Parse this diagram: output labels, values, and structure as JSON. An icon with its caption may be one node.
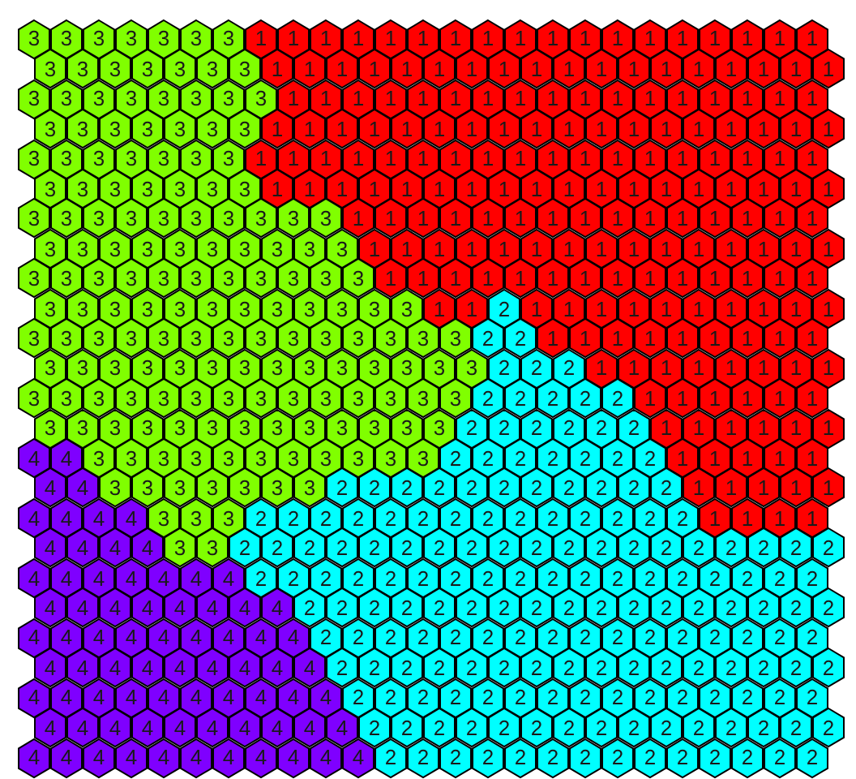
{
  "diagram": {
    "nodes": [
      {
        "text": [
          "3"
        ]
      },
      {
        "text": [
          "3"
        ]
      },
      {
        "text": [
          "3"
        ]
      },
      {
        "text": [
          "3"
        ]
      },
      {
        "text": [
          "3"
        ]
      },
      {
        "text": [
          "3"
        ]
      },
      {
        "text": [
          "3"
        ]
      },
      {
        "text": [
          "1"
        ]
      },
      {
        "text": [
          "1"
        ]
      },
      {
        "text": [
          "1"
        ]
      },
      {
        "text": [
          "1"
        ]
      },
      {
        "text": [
          "1"
        ]
      },
      {
        "text": [
          "1"
        ]
      },
      {
        "text": [
          "1"
        ]
      },
      {
        "text": [
          "1"
        ]
      },
      {
        "text": [
          "1"
        ]
      },
      {
        "text": [
          "1"
        ]
      },
      {
        "text": [
          "1"
        ]
      },
      {
        "text": [
          "1"
        ]
      },
      {
        "text": [
          "1"
        ]
      },
      {
        "text": [
          "1"
        ]
      },
      {
        "text": [
          "1"
        ]
      },
      {
        "text": [
          "1"
        ]
      },
      {
        "text": [
          "1"
        ]
      },
      {
        "text": [
          "1"
        ]
      },
      {
        "text": [
          "3"
        ]
      },
      {
        "text": [
          "3"
        ]
      },
      {
        "text": [
          "3"
        ]
      },
      {
        "text": [
          "3"
        ]
      },
      {
        "text": [
          "3"
        ]
      },
      {
        "text": [
          "3"
        ]
      },
      {
        "text": [
          "3"
        ]
      },
      {
        "text": [
          "1"
        ]
      },
      {
        "text": [
          "1"
        ]
      },
      {
        "text": [
          "1"
        ]
      },
      {
        "text": [
          "1"
        ]
      },
      {
        "text": [
          "1"
        ]
      },
      {
        "text": [
          "1"
        ]
      },
      {
        "text": [
          "1"
        ]
      },
      {
        "text": [
          "1"
        ]
      },
      {
        "text": [
          "1"
        ]
      },
      {
        "text": [
          "1"
        ]
      },
      {
        "text": [
          "1"
        ]
      },
      {
        "text": [
          "1"
        ]
      },
      {
        "text": [
          "1"
        ]
      },
      {
        "text": [
          "1"
        ]
      },
      {
        "text": [
          "1"
        ]
      },
      {
        "text": [
          "1"
        ]
      },
      {
        "text": [
          "1"
        ]
      },
      {
        "text": [
          "1"
        ]
      },
      {
        "text": [
          "3"
        ]
      },
      {
        "text": [
          "3"
        ]
      },
      {
        "text": [
          "3"
        ]
      },
      {
        "text": [
          "3"
        ]
      },
      {
        "text": [
          "3"
        ]
      },
      {
        "text": [
          "3"
        ]
      },
      {
        "text": [
          "3"
        ]
      },
      {
        "text": [
          "3"
        ]
      },
      {
        "text": [
          "1"
        ]
      },
      {
        "text": [
          "1"
        ]
      },
      {
        "text": [
          "1"
        ]
      },
      {
        "text": [
          "1"
        ]
      },
      {
        "text": [
          "1"
        ]
      },
      {
        "text": [
          "1"
        ]
      },
      {
        "text": [
          "1"
        ]
      },
      {
        "text": [
          "1"
        ]
      },
      {
        "text": [
          "1"
        ]
      },
      {
        "text": [
          "1"
        ]
      },
      {
        "text": [
          "1"
        ]
      },
      {
        "text": [
          "1"
        ]
      },
      {
        "text": [
          "1"
        ]
      },
      {
        "text": [
          "1"
        ]
      },
      {
        "text": [
          "1"
        ]
      },
      {
        "text": [
          "1"
        ]
      },
      {
        "text": [
          "1"
        ]
      },
      {
        "text": [
          "3"
        ]
      },
      {
        "text": [
          "3"
        ]
      },
      {
        "text": [
          "3"
        ]
      },
      {
        "text": [
          "3"
        ]
      },
      {
        "text": [
          "3"
        ]
      },
      {
        "text": [
          "3"
        ]
      },
      {
        "text": [
          "3"
        ]
      },
      {
        "text": [
          "1"
        ]
      },
      {
        "text": [
          "1"
        ]
      },
      {
        "text": [
          "1"
        ]
      },
      {
        "text": [
          "1"
        ]
      },
      {
        "text": [
          "1"
        ]
      },
      {
        "text": [
          "1"
        ]
      },
      {
        "text": [
          "1"
        ]
      },
      {
        "text": [
          "1"
        ]
      },
      {
        "text": [
          "1"
        ]
      },
      {
        "text": [
          "1"
        ]
      },
      {
        "text": [
          "1"
        ]
      },
      {
        "text": [
          "1"
        ]
      },
      {
        "text": [
          "1"
        ]
      },
      {
        "text": [
          "1"
        ]
      },
      {
        "text": [
          "1"
        ]
      },
      {
        "text": [
          "1"
        ]
      },
      {
        "text": [
          "1"
        ]
      },
      {
        "text": [
          "1"
        ]
      },
      {
        "text": [
          "3"
        ]
      },
      {
        "text": [
          "3"
        ]
      },
      {
        "text": [
          "3"
        ]
      },
      {
        "text": [
          "3"
        ]
      },
      {
        "text": [
          "3"
        ]
      },
      {
        "text": [
          "3"
        ]
      },
      {
        "text": [
          "3"
        ]
      },
      {
        "text": [
          "1"
        ]
      },
      {
        "text": [
          "1"
        ]
      },
      {
        "text": [
          "1"
        ]
      },
      {
        "text": [
          "1"
        ]
      },
      {
        "text": [
          "1"
        ]
      },
      {
        "text": [
          "1"
        ]
      },
      {
        "text": [
          "1"
        ]
      },
      {
        "text": [
          "1"
        ]
      },
      {
        "text": [
          "1"
        ]
      },
      {
        "text": [
          "1"
        ]
      },
      {
        "text": [
          "1"
        ]
      },
      {
        "text": [
          "1"
        ]
      },
      {
        "text": [
          "1"
        ]
      },
      {
        "text": [
          "1"
        ]
      },
      {
        "text": [
          "1"
        ]
      },
      {
        "text": [
          "1"
        ]
      },
      {
        "text": [
          "1"
        ]
      },
      {
        "text": [
          "1"
        ]
      },
      {
        "text": [
          "3"
        ]
      },
      {
        "text": [
          "3"
        ]
      },
      {
        "text": [
          "3"
        ]
      },
      {
        "text": [
          "3"
        ]
      },
      {
        "text": [
          "3"
        ]
      },
      {
        "text": [
          "3"
        ]
      },
      {
        "text": [
          "3"
        ]
      },
      {
        "text": [
          "1"
        ]
      },
      {
        "text": [
          "1"
        ]
      },
      {
        "text": [
          "1"
        ]
      },
      {
        "text": [
          "1"
        ]
      },
      {
        "text": [
          "1"
        ]
      },
      {
        "text": [
          "1"
        ]
      },
      {
        "text": [
          "1"
        ]
      },
      {
        "text": [
          "1"
        ]
      },
      {
        "text": [
          "1"
        ]
      },
      {
        "text": [
          "1"
        ]
      },
      {
        "text": [
          "1"
        ]
      },
      {
        "text": [
          "1"
        ]
      },
      {
        "text": [
          "1"
        ]
      },
      {
        "text": [
          "1"
        ]
      },
      {
        "text": [
          "1"
        ]
      },
      {
        "text": [
          "1"
        ]
      },
      {
        "text": [
          "1"
        ]
      },
      {
        "text": [
          "1"
        ]
      },
      {
        "text": [
          "3"
        ]
      },
      {
        "text": [
          "3"
        ]
      },
      {
        "text": [
          "3"
        ]
      },
      {
        "text": [
          "3"
        ]
      },
      {
        "text": [
          "3"
        ]
      },
      {
        "text": [
          "3"
        ]
      },
      {
        "text": [
          "3"
        ]
      },
      {
        "text": [
          "3"
        ]
      },
      {
        "text": [
          "3"
        ]
      },
      {
        "text": [
          "3"
        ]
      },
      {
        "text": [
          "1"
        ]
      },
      {
        "text": [
          "1"
        ]
      },
      {
        "text": [
          "1"
        ]
      },
      {
        "text": [
          "1"
        ]
      },
      {
        "text": [
          "1"
        ]
      },
      {
        "text": [
          "1"
        ]
      },
      {
        "text": [
          "1"
        ]
      },
      {
        "text": [
          "1"
        ]
      },
      {
        "text": [
          "1"
        ]
      },
      {
        "text": [
          "1"
        ]
      },
      {
        "text": [
          "1"
        ]
      },
      {
        "text": [
          "1"
        ]
      },
      {
        "text": [
          "1"
        ]
      },
      {
        "text": [
          "1"
        ]
      },
      {
        "text": [
          "1"
        ]
      },
      {
        "text": [
          "3"
        ]
      },
      {
        "text": [
          "3"
        ]
      },
      {
        "text": [
          "3"
        ]
      },
      {
        "text": [
          "3"
        ]
      },
      {
        "text": [
          "3"
        ]
      },
      {
        "text": [
          "3"
        ]
      },
      {
        "text": [
          "3"
        ]
      },
      {
        "text": [
          "3"
        ]
      },
      {
        "text": [
          "3"
        ]
      },
      {
        "text": [
          "3"
        ]
      },
      {
        "text": [
          "1"
        ]
      },
      {
        "text": [
          "1"
        ]
      },
      {
        "text": [
          "1"
        ]
      },
      {
        "text": [
          "1"
        ]
      },
      {
        "text": [
          "1"
        ]
      },
      {
        "text": [
          "1"
        ]
      },
      {
        "text": [
          "1"
        ]
      },
      {
        "text": [
          "1"
        ]
      },
      {
        "text": [
          "1"
        ]
      },
      {
        "text": [
          "1"
        ]
      },
      {
        "text": [
          "1"
        ]
      },
      {
        "text": [
          "1"
        ]
      },
      {
        "text": [
          "1"
        ]
      },
      {
        "text": [
          "1"
        ]
      },
      {
        "text": [
          "1"
        ]
      },
      {
        "text": [
          "3"
        ]
      },
      {
        "text": [
          "3"
        ]
      },
      {
        "text": [
          "3"
        ]
      },
      {
        "text": [
          "3"
        ]
      },
      {
        "text": [
          "3"
        ]
      },
      {
        "text": [
          "3"
        ]
      },
      {
        "text": [
          "3"
        ]
      },
      {
        "text": [
          "3"
        ]
      },
      {
        "text": [
          "3"
        ]
      },
      {
        "text": [
          "3"
        ]
      },
      {
        "text": [
          "3"
        ]
      },
      {
        "text": [
          "1"
        ]
      },
      {
        "text": [
          "1"
        ]
      },
      {
        "text": [
          "1"
        ]
      },
      {
        "text": [
          "1"
        ]
      },
      {
        "text": [
          "1"
        ]
      },
      {
        "text": [
          "1"
        ]
      },
      {
        "text": [
          "1"
        ]
      },
      {
        "text": [
          "1"
        ]
      },
      {
        "text": [
          "1"
        ]
      },
      {
        "text": [
          "1"
        ]
      },
      {
        "text": [
          "1"
        ]
      },
      {
        "text": [
          "1"
        ]
      },
      {
        "text": [
          "1"
        ]
      },
      {
        "text": [
          "1"
        ]
      },
      {
        "text": [
          "3"
        ]
      },
      {
        "text": [
          "3"
        ]
      },
      {
        "text": [
          "3"
        ]
      },
      {
        "text": [
          "3"
        ]
      },
      {
        "text": [
          "3"
        ]
      },
      {
        "text": [
          "3"
        ]
      },
      {
        "text": [
          "3"
        ]
      },
      {
        "text": [
          "3"
        ]
      },
      {
        "text": [
          "3"
        ]
      },
      {
        "text": [
          "3"
        ]
      },
      {
        "text": [
          "3"
        ]
      },
      {
        "text": [
          "3"
        ]
      },
      {
        "text": [
          "1"
        ]
      },
      {
        "text": [
          "1"
        ]
      },
      {
        "text": [
          "2"
        ]
      },
      {
        "text": [
          "1"
        ]
      },
      {
        "text": [
          "1"
        ]
      },
      {
        "text": [
          "1"
        ]
      },
      {
        "text": [
          "1"
        ]
      },
      {
        "text": [
          "1"
        ]
      },
      {
        "text": [
          "1"
        ]
      },
      {
        "text": [
          "1"
        ]
      },
      {
        "text": [
          "1"
        ]
      },
      {
        "text": [
          "1"
        ]
      },
      {
        "text": [
          "1"
        ]
      },
      {
        "text": [
          "3"
        ]
      },
      {
        "text": [
          "3"
        ]
      },
      {
        "text": [
          "3"
        ]
      },
      {
        "text": [
          "3"
        ]
      },
      {
        "text": [
          "3"
        ]
      },
      {
        "text": [
          "3"
        ]
      },
      {
        "text": [
          "3"
        ]
      },
      {
        "text": [
          "3"
        ]
      },
      {
        "text": [
          "3"
        ]
      },
      {
        "text": [
          "3"
        ]
      },
      {
        "text": [
          "3"
        ]
      },
      {
        "text": [
          "3"
        ]
      },
      {
        "text": [
          "3"
        ]
      },
      {
        "text": [
          "3"
        ]
      },
      {
        "text": [
          "2"
        ]
      },
      {
        "text": [
          "2"
        ]
      },
      {
        "text": [
          "1"
        ]
      },
      {
        "text": [
          "1"
        ]
      },
      {
        "text": [
          "1"
        ]
      },
      {
        "text": [
          "1"
        ]
      },
      {
        "text": [
          "1"
        ]
      },
      {
        "text": [
          "1"
        ]
      },
      {
        "text": [
          "1"
        ]
      },
      {
        "text": [
          "1"
        ]
      },
      {
        "text": [
          "1"
        ]
      },
      {
        "text": [
          "3"
        ]
      },
      {
        "text": [
          "3"
        ]
      },
      {
        "text": [
          "3"
        ]
      },
      {
        "text": [
          "3"
        ]
      },
      {
        "text": [
          "3"
        ]
      },
      {
        "text": [
          "3"
        ]
      },
      {
        "text": [
          "3"
        ]
      },
      {
        "text": [
          "3"
        ]
      },
      {
        "text": [
          "3"
        ]
      },
      {
        "text": [
          "3"
        ]
      },
      {
        "text": [
          "3"
        ]
      },
      {
        "text": [
          "3"
        ]
      },
      {
        "text": [
          "3"
        ]
      },
      {
        "text": [
          "3"
        ]
      },
      {
        "text": [
          "2"
        ]
      },
      {
        "text": [
          "2"
        ]
      },
      {
        "text": [
          "2"
        ]
      },
      {
        "text": [
          "1"
        ]
      },
      {
        "text": [
          "1"
        ]
      },
      {
        "text": [
          "1"
        ]
      },
      {
        "text": [
          "1"
        ]
      },
      {
        "text": [
          "1"
        ]
      },
      {
        "text": [
          "1"
        ]
      },
      {
        "text": [
          "1"
        ]
      },
      {
        "text": [
          "1"
        ]
      },
      {
        "text": [
          "3"
        ]
      },
      {
        "text": [
          "3"
        ]
      },
      {
        "text": [
          "3"
        ]
      },
      {
        "text": [
          "3"
        ]
      },
      {
        "text": [
          "3"
        ]
      },
      {
        "text": [
          "3"
        ]
      },
      {
        "text": [
          "3"
        ]
      },
      {
        "text": [
          "3"
        ]
      },
      {
        "text": [
          "3"
        ]
      },
      {
        "text": [
          "3"
        ]
      },
      {
        "text": [
          "3"
        ]
      },
      {
        "text": [
          "3"
        ]
      },
      {
        "text": [
          "3"
        ]
      },
      {
        "text": [
          "3"
        ]
      },
      {
        "text": [
          "2"
        ]
      },
      {
        "text": [
          "2"
        ]
      },
      {
        "text": [
          "2"
        ]
      },
      {
        "text": [
          "2"
        ]
      },
      {
        "text": [
          "2"
        ]
      },
      {
        "text": [
          "1"
        ]
      },
      {
        "text": [
          "1"
        ]
      },
      {
        "text": [
          "1"
        ]
      },
      {
        "text": [
          "1"
        ]
      },
      {
        "text": [
          "1"
        ]
      },
      {
        "text": [
          "1"
        ]
      },
      {
        "text": [
          "3"
        ]
      },
      {
        "text": [
          "3"
        ]
      },
      {
        "text": [
          "3"
        ]
      },
      {
        "text": [
          "3"
        ]
      },
      {
        "text": [
          "3"
        ]
      },
      {
        "text": [
          "3"
        ]
      },
      {
        "text": [
          "3"
        ]
      },
      {
        "text": [
          "3"
        ]
      },
      {
        "text": [
          "3"
        ]
      },
      {
        "text": [
          "3"
        ]
      },
      {
        "text": [
          "3"
        ]
      },
      {
        "text": [
          "3"
        ]
      },
      {
        "text": [
          "3"
        ]
      },
      {
        "text": [
          "2"
        ]
      },
      {
        "text": [
          "2"
        ]
      },
      {
        "text": [
          "2"
        ]
      },
      {
        "text": [
          "2"
        ]
      },
      {
        "text": [
          "2"
        ]
      },
      {
        "text": [
          "2"
        ]
      },
      {
        "text": [
          "1"
        ]
      },
      {
        "text": [
          "1"
        ]
      },
      {
        "text": [
          "1"
        ]
      },
      {
        "text": [
          "1"
        ]
      },
      {
        "text": [
          "1"
        ]
      },
      {
        "text": [
          "1"
        ]
      },
      {
        "text": [
          "4"
        ]
      },
      {
        "text": [
          "4"
        ]
      },
      {
        "text": [
          "3"
        ]
      },
      {
        "text": [
          "3"
        ]
      },
      {
        "text": [
          "3"
        ]
      },
      {
        "text": [
          "3"
        ]
      },
      {
        "text": [
          "3"
        ]
      },
      {
        "text": [
          "3"
        ]
      },
      {
        "text": [
          "3"
        ]
      },
      {
        "text": [
          "3"
        ]
      },
      {
        "text": [
          "3"
        ]
      },
      {
        "text": [
          "3"
        ]
      },
      {
        "text": [
          "3"
        ]
      },
      {
        "text": [
          "2"
        ]
      },
      {
        "text": [
          "2"
        ]
      },
      {
        "text": [
          "2"
        ]
      },
      {
        "text": [
          "2"
        ]
      },
      {
        "text": [
          "2"
        ]
      },
      {
        "text": [
          "2"
        ]
      },
      {
        "text": [
          "2"
        ]
      },
      {
        "text": [
          "1"
        ]
      },
      {
        "text": [
          "1"
        ]
      },
      {
        "text": [
          "1"
        ]
      },
      {
        "text": [
          "1"
        ]
      },
      {
        "text": [
          "1"
        ]
      },
      {
        "text": [
          "4"
        ]
      },
      {
        "text": [
          "4"
        ]
      },
      {
        "text": [
          "3"
        ]
      },
      {
        "text": [
          "3"
        ]
      },
      {
        "text": [
          "3"
        ]
      },
      {
        "text": [
          "3"
        ]
      },
      {
        "text": [
          "3"
        ]
      },
      {
        "text": [
          "3"
        ]
      },
      {
        "text": [
          "3"
        ]
      },
      {
        "text": [
          "2"
        ]
      },
      {
        "text": [
          "2"
        ]
      },
      {
        "text": [
          "2"
        ]
      },
      {
        "text": [
          "2"
        ]
      },
      {
        "text": [
          "2"
        ]
      },
      {
        "text": [
          "2"
        ]
      },
      {
        "text": [
          "2"
        ]
      },
      {
        "text": [
          "2"
        ]
      },
      {
        "text": [
          "2"
        ]
      },
      {
        "text": [
          "2"
        ]
      },
      {
        "text": [
          "2"
        ]
      },
      {
        "text": [
          "1"
        ]
      },
      {
        "text": [
          "1"
        ]
      },
      {
        "text": [
          "1"
        ]
      },
      {
        "text": [
          "1"
        ]
      },
      {
        "text": [
          "1"
        ]
      },
      {
        "text": [
          "4"
        ]
      },
      {
        "text": [
          "4"
        ]
      },
      {
        "text": [
          "4"
        ]
      },
      {
        "text": [
          "4"
        ]
      },
      {
        "text": [
          "3"
        ]
      },
      {
        "text": [
          "3"
        ]
      },
      {
        "text": [
          "3"
        ]
      },
      {
        "text": [
          "2"
        ]
      },
      {
        "text": [
          "2"
        ]
      },
      {
        "text": [
          "2"
        ]
      },
      {
        "text": [
          "2"
        ]
      },
      {
        "text": [
          "2"
        ]
      },
      {
        "text": [
          "2"
        ]
      },
      {
        "text": [
          "2"
        ]
      },
      {
        "text": [
          "2"
        ]
      },
      {
        "text": [
          "2"
        ]
      },
      {
        "text": [
          "2"
        ]
      },
      {
        "text": [
          "2"
        ]
      },
      {
        "text": [
          "2"
        ]
      },
      {
        "text": [
          "2"
        ]
      },
      {
        "text": [
          "2"
        ]
      },
      {
        "text": [
          "1"
        ]
      },
      {
        "text": [
          "1"
        ]
      },
      {
        "text": [
          "1"
        ]
      },
      {
        "text": [
          "1"
        ]
      },
      {
        "text": [
          "4"
        ]
      },
      {
        "text": [
          "4"
        ]
      },
      {
        "text": [
          "4"
        ]
      },
      {
        "text": [
          "4"
        ]
      },
      {
        "text": [
          "3"
        ]
      },
      {
        "text": [
          "3"
        ]
      },
      {
        "text": [
          "2"
        ]
      },
      {
        "text": [
          "2"
        ]
      },
      {
        "text": [
          "2"
        ]
      },
      {
        "text": [
          "2"
        ]
      },
      {
        "text": [
          "2"
        ]
      },
      {
        "text": [
          "2"
        ]
      },
      {
        "text": [
          "2"
        ]
      },
      {
        "text": [
          "2"
        ]
      },
      {
        "text": [
          "2"
        ]
      },
      {
        "text": [
          "2"
        ]
      },
      {
        "text": [
          "2"
        ]
      },
      {
        "text": [
          "2"
        ]
      },
      {
        "text": [
          "2"
        ]
      },
      {
        "text": [
          "2"
        ]
      },
      {
        "text": [
          "2"
        ]
      },
      {
        "text": [
          "2"
        ]
      },
      {
        "text": [
          "2"
        ]
      },
      {
        "text": [
          "2"
        ]
      },
      {
        "text": [
          "2"
        ]
      },
      {
        "text": [
          "4"
        ]
      },
      {
        "text": [
          "4"
        ]
      },
      {
        "text": [
          "4"
        ]
      },
      {
        "text": [
          "4"
        ]
      },
      {
        "text": [
          "4"
        ]
      },
      {
        "text": [
          "4"
        ]
      },
      {
        "text": [
          "4"
        ]
      },
      {
        "text": [
          "2"
        ]
      },
      {
        "text": [
          "2"
        ]
      },
      {
        "text": [
          "2"
        ]
      },
      {
        "text": [
          "2"
        ]
      },
      {
        "text": [
          "2"
        ]
      },
      {
        "text": [
          "2"
        ]
      },
      {
        "text": [
          "2"
        ]
      },
      {
        "text": [
          "2"
        ]
      },
      {
        "text": [
          "2"
        ]
      },
      {
        "text": [
          "2"
        ]
      },
      {
        "text": [
          "2"
        ]
      },
      {
        "text": [
          "2"
        ]
      },
      {
        "text": [
          "2"
        ]
      },
      {
        "text": [
          "2"
        ]
      },
      {
        "text": [
          "2"
        ]
      },
      {
        "text": [
          "2"
        ]
      },
      {
        "text": [
          "2"
        ]
      },
      {
        "text": [
          "2"
        ]
      },
      {
        "text": [
          "4"
        ]
      },
      {
        "text": [
          "4"
        ]
      },
      {
        "text": [
          "4"
        ]
      },
      {
        "text": [
          "4"
        ]
      },
      {
        "text": [
          "4"
        ]
      },
      {
        "text": [
          "4"
        ]
      },
      {
        "text": [
          "4"
        ]
      },
      {
        "text": [
          "4"
        ]
      },
      {
        "text": [
          "2"
        ]
      },
      {
        "text": [
          "2"
        ]
      },
      {
        "text": [
          "2"
        ]
      },
      {
        "text": [
          "2"
        ]
      },
      {
        "text": [
          "2"
        ]
      },
      {
        "text": [
          "2"
        ]
      },
      {
        "text": [
          "2"
        ]
      },
      {
        "text": [
          "2"
        ]
      },
      {
        "text": [
          "2"
        ]
      },
      {
        "text": [
          "2"
        ]
      },
      {
        "text": [
          "2"
        ]
      },
      {
        "text": [
          "2"
        ]
      },
      {
        "text": [
          "2"
        ]
      },
      {
        "text": [
          "2"
        ]
      },
      {
        "text": [
          "2"
        ]
      },
      {
        "text": [
          "2"
        ]
      },
      {
        "text": [
          "2"
        ]
      },
      {
        "text": [
          "4"
        ]
      },
      {
        "text": [
          "4"
        ]
      },
      {
        "text": [
          "4"
        ]
      },
      {
        "text": [
          "4"
        ]
      },
      {
        "text": [
          "4"
        ]
      },
      {
        "text": [
          "4"
        ]
      },
      {
        "text": [
          "4"
        ]
      },
      {
        "text": [
          "4"
        ]
      },
      {
        "text": [
          "4"
        ]
      },
      {
        "text": [
          "2"
        ]
      },
      {
        "text": [
          "2"
        ]
      },
      {
        "text": [
          "2"
        ]
      },
      {
        "text": [
          "2"
        ]
      },
      {
        "text": [
          "2"
        ]
      },
      {
        "text": [
          "2"
        ]
      },
      {
        "text": [
          "2"
        ]
      },
      {
        "text": [
          "2"
        ]
      },
      {
        "text": [
          "2"
        ]
      },
      {
        "text": [
          "2"
        ]
      },
      {
        "text": [
          "2"
        ]
      },
      {
        "text": [
          "2"
        ]
      },
      {
        "text": [
          "2"
        ]
      },
      {
        "text": [
          "2"
        ]
      },
      {
        "text": [
          "2"
        ]
      },
      {
        "text": [
          "2"
        ]
      },
      {
        "text": [
          "4"
        ]
      },
      {
        "text": [
          "4"
        ]
      },
      {
        "text": [
          "4"
        ]
      },
      {
        "text": [
          "4"
        ]
      },
      {
        "text": [
          "4"
        ]
      },
      {
        "text": [
          "4"
        ]
      },
      {
        "text": [
          "4"
        ]
      },
      {
        "text": [
          "4"
        ]
      },
      {
        "text": [
          "4"
        ]
      },
      {
        "text": [
          "2"
        ]
      },
      {
        "text": [
          "2"
        ]
      },
      {
        "text": [
          "2"
        ]
      },
      {
        "text": [
          "2"
        ]
      },
      {
        "text": [
          "2"
        ]
      },
      {
        "text": [
          "2"
        ]
      },
      {
        "text": [
          "2"
        ]
      },
      {
        "text": [
          "2"
        ]
      },
      {
        "text": [
          "2"
        ]
      },
      {
        "text": [
          "2"
        ]
      },
      {
        "text": [
          "2"
        ]
      },
      {
        "text": [
          "2"
        ]
      },
      {
        "text": [
          "2"
        ]
      },
      {
        "text": [
          "2"
        ]
      },
      {
        "text": [
          "2"
        ]
      },
      {
        "text": [
          "2"
        ]
      },
      {
        "text": [
          "4"
        ]
      },
      {
        "text": [
          "4"
        ]
      },
      {
        "text": [
          "4"
        ]
      },
      {
        "text": [
          "4"
        ]
      },
      {
        "text": [
          "4"
        ]
      },
      {
        "text": [
          "4"
        ]
      },
      {
        "text": [
          "4"
        ]
      },
      {
        "text": [
          "4"
        ]
      },
      {
        "text": [
          "4"
        ]
      },
      {
        "text": [
          "4"
        ]
      },
      {
        "text": [
          "2"
        ]
      },
      {
        "text": [
          "2"
        ]
      },
      {
        "text": [
          "2"
        ]
      },
      {
        "text": [
          "2"
        ]
      },
      {
        "text": [
          "2"
        ]
      },
      {
        "text": [
          "2"
        ]
      },
      {
        "text": [
          "2"
        ]
      },
      {
        "text": [
          "2"
        ]
      },
      {
        "text": [
          "2"
        ]
      },
      {
        "text": [
          "2"
        ]
      },
      {
        "text": [
          "2"
        ]
      },
      {
        "text": [
          "2"
        ]
      },
      {
        "text": [
          "2"
        ]
      },
      {
        "text": [
          "2"
        ]
      },
      {
        "text": [
          "2"
        ]
      },
      {
        "text": [
          "4"
        ]
      },
      {
        "text": [
          "4"
        ]
      },
      {
        "text": [
          "4"
        ]
      },
      {
        "text": [
          "4"
        ]
      },
      {
        "text": [
          "4"
        ]
      },
      {
        "text": [
          "4"
        ]
      },
      {
        "text": [
          "4"
        ]
      },
      {
        "text": [
          "4"
        ]
      },
      {
        "text": [
          "4"
        ]
      },
      {
        "text": [
          "4"
        ]
      },
      {
        "text": [
          "2"
        ]
      },
      {
        "text": [
          "2"
        ]
      },
      {
        "text": [
          "2"
        ]
      },
      {
        "text": [
          "2"
        ]
      },
      {
        "text": [
          "2"
        ]
      },
      {
        "text": [
          "2"
        ]
      },
      {
        "text": [
          "2"
        ]
      },
      {
        "text": [
          "2"
        ]
      },
      {
        "text": [
          "2"
        ]
      },
      {
        "text": [
          "2"
        ]
      },
      {
        "text": [
          "2"
        ]
      },
      {
        "text": [
          "2"
        ]
      },
      {
        "text": [
          "2"
        ]
      },
      {
        "text": [
          "2"
        ]
      },
      {
        "text": [
          "2"
        ]
      },
      {
        "text": [
          "4"
        ]
      },
      {
        "text": [
          "4"
        ]
      },
      {
        "text": [
          "4"
        ]
      },
      {
        "text": [
          "4"
        ]
      },
      {
        "text": [
          "4"
        ]
      },
      {
        "text": [
          "4"
        ]
      },
      {
        "text": [
          "4"
        ]
      },
      {
        "text": [
          "4"
        ]
      },
      {
        "text": [
          "4"
        ]
      },
      {
        "text": [
          "4"
        ]
      },
      {
        "text": [
          "4"
        ]
      },
      {
        "text": [
          "2"
        ]
      },
      {
        "text": [
          "2"
        ]
      },
      {
        "text": [
          "2"
        ]
      },
      {
        "text": [
          "2"
        ]
      },
      {
        "text": [
          "2"
        ]
      },
      {
        "text": [
          "2"
        ]
      },
      {
        "text": [
          "2"
        ]
      },
      {
        "text": [
          "2"
        ]
      },
      {
        "text": [
          "2"
        ]
      },
      {
        "text": [
          "2"
        ]
      },
      {
        "text": [
          "2"
        ]
      },
      {
        "text": [
          "2"
        ]
      },
      {
        "text": [
          "2"
        ]
      },
      {
        "text": [
          "2"
        ]
      }
    ]
  }
}
